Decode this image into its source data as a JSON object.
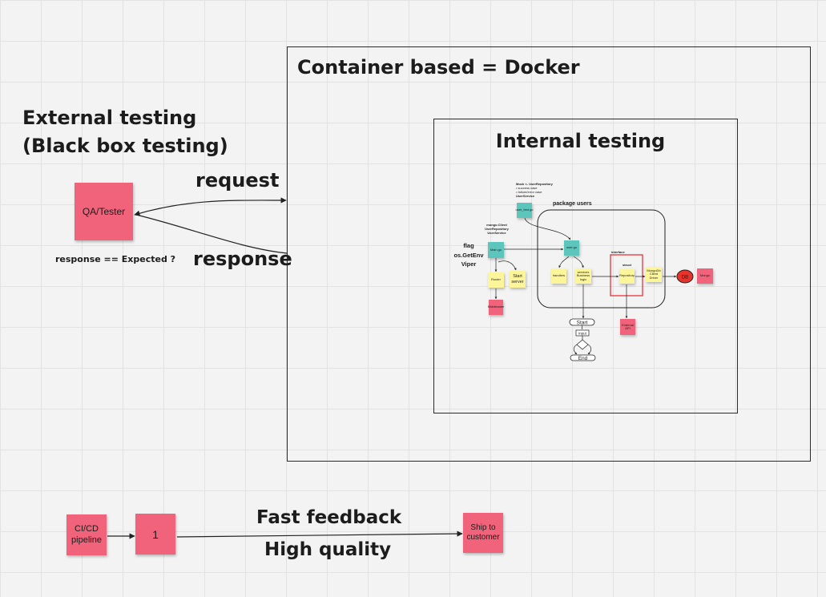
{
  "frames": {
    "container_title": "Container based = Docker",
    "internal_title": "Internal testing"
  },
  "external": {
    "title_line1": "External testing",
    "title_line2": "(Black box testing)",
    "qa_sticky": "QA/Tester",
    "request_label": "request",
    "response_label": "response",
    "expected_label": "response == Expected ?"
  },
  "inner": {
    "mock_note": "Mock <- UserRepository",
    "mock_bullet1": "• success case",
    "mock_bullet2": "• failure/error case",
    "mock_user_service": "UserService",
    "mock_sticky": "user_test.go",
    "package_label": "package users",
    "mongo_note_line1": "mongo.Client",
    "mongo_note_line2": "UserRepository",
    "mongo_note_line3": "UserService",
    "flag_line1": "flag",
    "flag_line2": "os.GetEnv",
    "flag_line3": "Viper",
    "main_sticky": "Main.go",
    "router_sticky": "Router",
    "start_server_sticky": "Start server",
    "middleware_sticky": "Middleware",
    "user_go_sticky": "user.go",
    "handlers_sticky": "handlers",
    "services_sticky": "services Business logic",
    "interface_label": "interface",
    "struct_label": "struct",
    "repository_sticky": "Repository",
    "mongo_client_sticky": "MongoDb Client Driver",
    "db_label": "DB",
    "mongo_sticky": "Mongo",
    "external_api_sticky": "External API",
    "flow_start": "Start",
    "flow_input": "input",
    "flow_end": "End"
  },
  "pipeline": {
    "cicd_sticky": "CI/CD pipeline",
    "step_sticky": "1",
    "fast_feedback": "Fast feedback",
    "high_quality": "High quality",
    "ship_sticky": "Ship to customer"
  },
  "colors": {
    "pink": "#f0637a",
    "teal": "#5cc6bd",
    "yellow": "#fdf59a",
    "red_accent": "#e8333a",
    "db_red": "#e8332a"
  }
}
